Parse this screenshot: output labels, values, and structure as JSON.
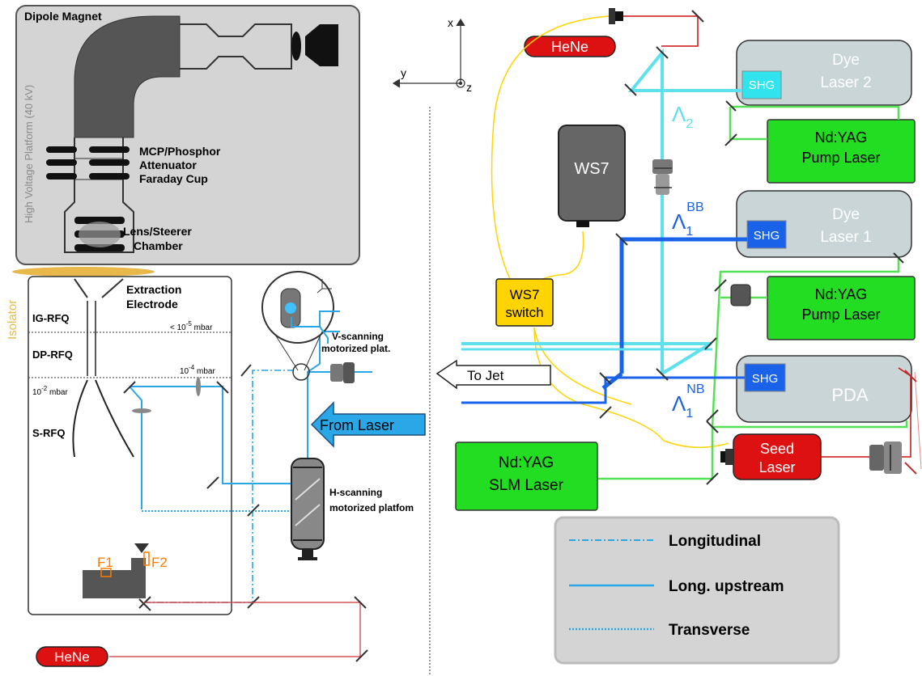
{
  "left": {
    "dipole_magnet": "Dipole Magnet",
    "high_voltage_platform": "High Voltage Platform (40 kV)",
    "mcp": "MCP/Phosphor",
    "attenuator": "Attenuator",
    "faraday_cup": "Faraday Cup",
    "lens_steerer_1": "Lens/Steerer",
    "lens_steerer_2": "Chamber",
    "isolator": "Isolator",
    "extraction_1": "Extraction",
    "extraction_2": "Electrode",
    "ig_rfq": "IG-RFQ",
    "dp_rfq": "DP-RFQ",
    "s_rfq": "S-RFQ",
    "p_ig_prefix": "< 10",
    "p_ig_exp": "-5",
    "p_ig_unit": " mbar",
    "p_dp_base": "10",
    "p_dp_exp": "-4",
    "p_dp_unit": " mbar",
    "p_s_base": "10",
    "p_s_exp": "-2",
    "p_s_unit": " mbar",
    "v_scan_1": "V-scanning",
    "v_scan_2": "motorized plat.",
    "h_scan_1": "H-scanning",
    "h_scan_2": "motorized platfom",
    "from_laser": "From Laser",
    "f1": "F1",
    "f2": "F2",
    "hene_bottom": "HeNe"
  },
  "axes": {
    "x": "x",
    "y": "y",
    "z": "z"
  },
  "right": {
    "hene_top": "HeNe",
    "dye2_1": "Dye",
    "dye2_2": "Laser 2",
    "dye1_1": "Dye",
    "dye1_2": "Laser 1",
    "shg": "SHG",
    "pda": "PDA",
    "ndyag1_1": "Nd:YAG",
    "ndyag1_2": "Pump Laser",
    "ndyag2_1": "Nd:YAG",
    "ndyag2_2": "Pump Laser",
    "ws7": "WS7",
    "ws7_switch_1": "WS7",
    "ws7_switch_2": "switch",
    "to_jet": "To Jet",
    "lambda_2_sym": "Λ",
    "lambda_2_sub": "2",
    "lambda_bb_sym": "Λ",
    "lambda_bb_sub": "1",
    "lambda_bb_sup": "BB",
    "lambda_nb_sym": "Λ",
    "lambda_nb_sub": "1",
    "lambda_nb_sup": "NB",
    "seed_1": "Seed",
    "seed_2": "Laser",
    "slm_1": "Nd:YAG",
    "slm_2": "SLM Laser"
  },
  "legend": {
    "longitudinal": "Longitudinal",
    "long_upstream": "Long. upstream",
    "transverse": "Transverse"
  },
  "colors": {
    "beam_light_blue": "#2aa7e6",
    "beam_cyan": "#5ee0ee",
    "beam_blue": "#1a62e8",
    "green_laser": "#22dd22",
    "green_beam": "#55e055",
    "red_laser": "#dd1111",
    "yellow_fiber": "#ffd400",
    "isolator_orange": "#e8b84a",
    "platform_gray": "#d4d4d4",
    "dye_box": "#c9d5d7"
  }
}
